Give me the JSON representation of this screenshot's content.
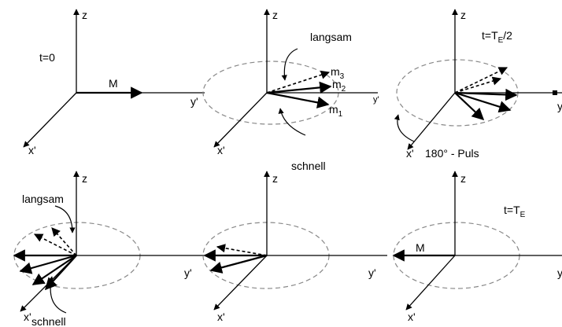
{
  "panels": [
    {
      "axes": {
        "z": "z",
        "y": "y'",
        "x": "x'"
      },
      "time": "t=0",
      "vector_label": "M"
    },
    {
      "axes": {
        "z": "z",
        "y": "y'",
        "x": "x'"
      },
      "slow_label": "langsam",
      "fast_label": "schnell",
      "m3": {
        "base": "m",
        "sub": "3"
      },
      "m2": {
        "base": "m",
        "sub": "2"
      },
      "m1": {
        "base": "m",
        "sub": "1"
      }
    },
    {
      "axes": {
        "z": "z",
        "y": "y",
        "x": "x'"
      },
      "time": {
        "base": "t=T",
        "sub": "E",
        "tail": "/2"
      },
      "pulse_label": "180° - Puls"
    },
    {
      "axes": {
        "z": "z",
        "y": "y'",
        "x": "x'"
      },
      "slow_label": "langsam",
      "fast_label": "schnell"
    },
    {
      "axes": {
        "z": "z",
        "y": "y'",
        "x": "x'"
      }
    },
    {
      "axes": {
        "z": "z",
        "y": "y",
        "x": "x'"
      },
      "time": {
        "base": "t=T",
        "sub": "E"
      },
      "vector_label": "M"
    }
  ]
}
